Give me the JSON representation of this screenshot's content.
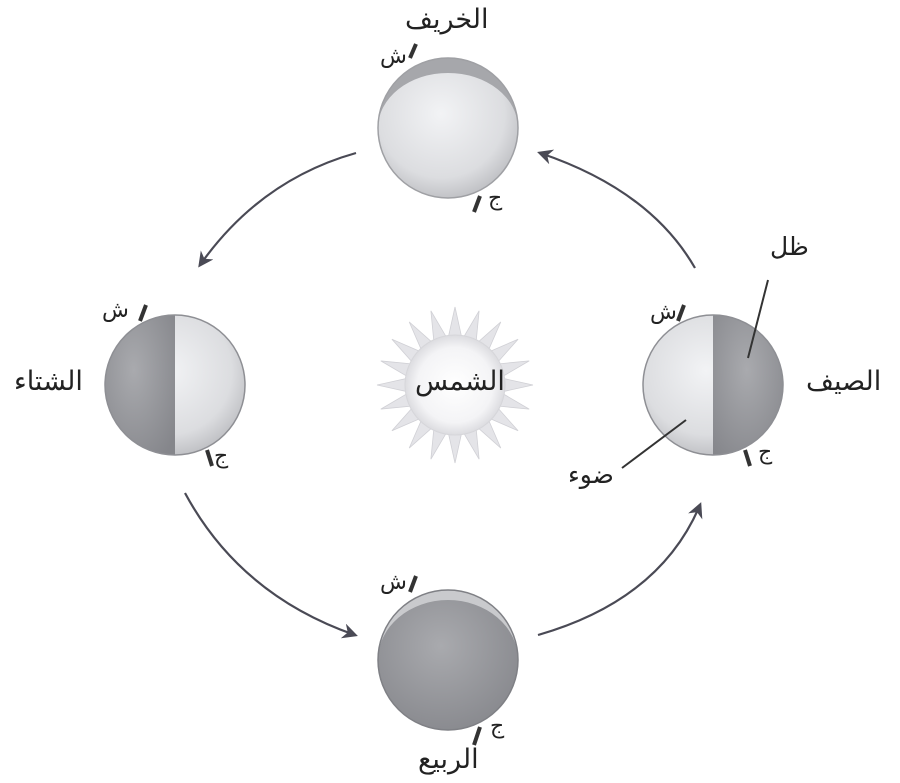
{
  "center": {
    "label": "الشمس"
  },
  "seasons": {
    "autumn": "الخريف",
    "winter": "الشتاء",
    "spring": "الربيع",
    "summer": "الصيف"
  },
  "poles": {
    "north": "ش",
    "south": "ج"
  },
  "annotations": {
    "shadow": "ظل",
    "light": "ضوء"
  },
  "colors": {
    "arrow": "#4a4a55",
    "sun_fill": "#ffffff",
    "sun_rays": "#e6e6ea",
    "earth_light": "#e6e7ea",
    "earth_shadow": "#9a9ba0",
    "earth_rim": "#7a7b80",
    "axis": "#333333"
  }
}
